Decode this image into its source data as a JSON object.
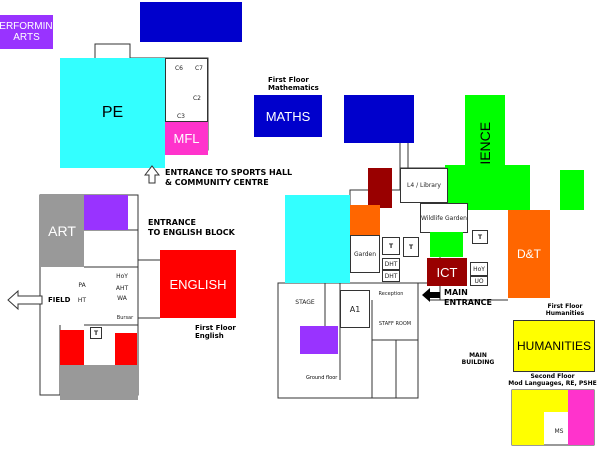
{
  "blocks": {
    "performing_arts": "PERFORMING ARTS",
    "pe": "PE",
    "mfl": "MFL",
    "maths": "MATHS",
    "science": "SCIENCE",
    "art": "ART",
    "english": "ENGLISH",
    "ict": "ICT",
    "dt": "D&T",
    "humanities": "HUMANITIES"
  },
  "rooms": {
    "c6": "C6",
    "c7": "C7",
    "c2": "C2",
    "c3": "C3",
    "l4_library": "L4 / Library",
    "wildlife_garden": "Wildlife Garden",
    "garden": "Garden",
    "dht1": "DHT",
    "dht2": "DHT",
    "a1": "A1",
    "reception": "Reception",
    "staff_room": "STAFF ROOM",
    "stage": "STAGE",
    "hoy": "HoY",
    "uo": "UO",
    "pa": "PA",
    "ht": "HT",
    "hoy_left": "HoY",
    "aht": "AHT",
    "wa": "WA",
    "bursar": "Bursar",
    "ms": "MS",
    "toilet": "T"
  },
  "labels": {
    "first_floor_maths_1": "First Floor",
    "first_floor_maths_2": "Mathematics",
    "entrance_sports_1": "ENTRANCE TO SPORTS HALL",
    "entrance_sports_2": "& COMMUNITY CENTRE",
    "entrance_english_1": "ENTRANCE",
    "entrance_english_2": "TO ENGLISH BLOCK",
    "field": "FIELD",
    "first_floor_english_1": "First Floor",
    "first_floor_english_2": "English",
    "main_entrance_1": "MAIN",
    "main_entrance_2": "ENTRANCE",
    "main_building_1": "MAIN",
    "main_building_2": "BUILDING",
    "first_floor_humanities_1": "First Floor",
    "first_floor_humanities_2": "Humanities",
    "second_floor_1": "Second Floor",
    "second_floor_2": "Mod Languages, RE, PSHE",
    "ground_floor": "Ground floor"
  },
  "colors": {
    "purple": "#9933ff",
    "blue": "#0000cc",
    "cyan": "#33ffff",
    "magenta": "#ff33cc",
    "green": "#00ff00",
    "red": "#ff0000",
    "dark_red": "#990000",
    "orange": "#ff6600",
    "yellow": "#ffff00",
    "grey": "#999999"
  }
}
